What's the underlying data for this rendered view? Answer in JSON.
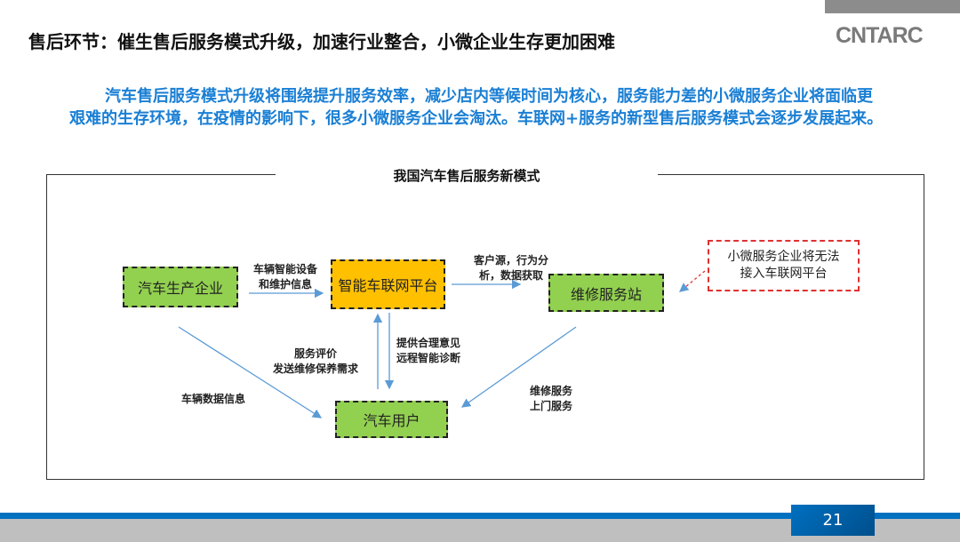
{
  "title": "售后环节：催生售后服务模式升级，加速行业整合，小微企业生存更加困难",
  "logo": "CNTARC",
  "paragraph": "汽车售后服务模式升级将围绕提升服务效率，减少店内等候时间为核心，服务能力差的小微服务企业将面临更艰难的生存环境，在疫情的影响下，很多小微服务企业会淘汰。车联网+服务的新型售后服务模式会逐步发展起来。",
  "diagram": {
    "title": "我国汽车售后服务新模式",
    "nodes": {
      "manufacturer": "汽车生产企业",
      "platform": "智能车联网平台",
      "repair_station": "维修服务站",
      "user": "汽车用户"
    },
    "labels": {
      "mfr_to_platform": [
        "车辆智能设备",
        "和维护信息"
      ],
      "platform_to_station": [
        "客户源，行为分",
        "析，数据获取"
      ],
      "user_to_platform": [
        "服务评价",
        "发送维修保养需求"
      ],
      "platform_to_user": [
        "提供合理意见",
        "远程智能诊断"
      ],
      "mfr_to_user": "车辆数据信息",
      "station_to_user": [
        "维修服务",
        "上门服务"
      ]
    },
    "note": [
      "小微服务企业将无法",
      "接入车联网平台"
    ]
  },
  "page_number": "21"
}
